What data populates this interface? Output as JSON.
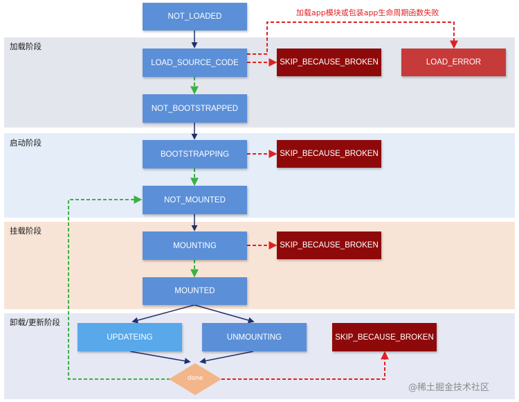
{
  "annotation": "加载app模块或包装app生命周期函数失败",
  "phases": [
    {
      "label": "加载阶段",
      "color": "#e3e6ec"
    },
    {
      "label": "启动阶段",
      "color": "#e4edf8"
    },
    {
      "label": "挂载阶段",
      "color": "#f8e4d6"
    },
    {
      "label": "卸载/更新阶段",
      "color": "#e6e8f4"
    }
  ],
  "states": {
    "not_loaded": "NOT_LOADED",
    "load_source_code": "LOAD_SOURCE_CODE",
    "not_bootstrapped": "NOT_BOOTSTRAPPED",
    "bootstrapping": "BOOTSTRAPPING",
    "not_mounted": "NOT_MOUNTED",
    "mounting": "MOUNTING",
    "mounted": "MOUNTED",
    "updateing": "UPDATEING",
    "unmounting": "UNMOUNTING",
    "load_error": "LOAD_ERROR",
    "skip": "SKIP_BECAUSE_BROKEN",
    "done": "done"
  },
  "colors": {
    "state_blue": "#5b8fd8",
    "updating_blue": "#58a8ea",
    "skip_red": "#8e0a0a",
    "error_red": "#c73a3a",
    "done_orange": "#f3b68a",
    "arrow_navy": "#1f2f6b",
    "success_green": "#3cb043",
    "error_arrow_red": "#e02020"
  },
  "watermark": "@稀土掘金技术社区"
}
